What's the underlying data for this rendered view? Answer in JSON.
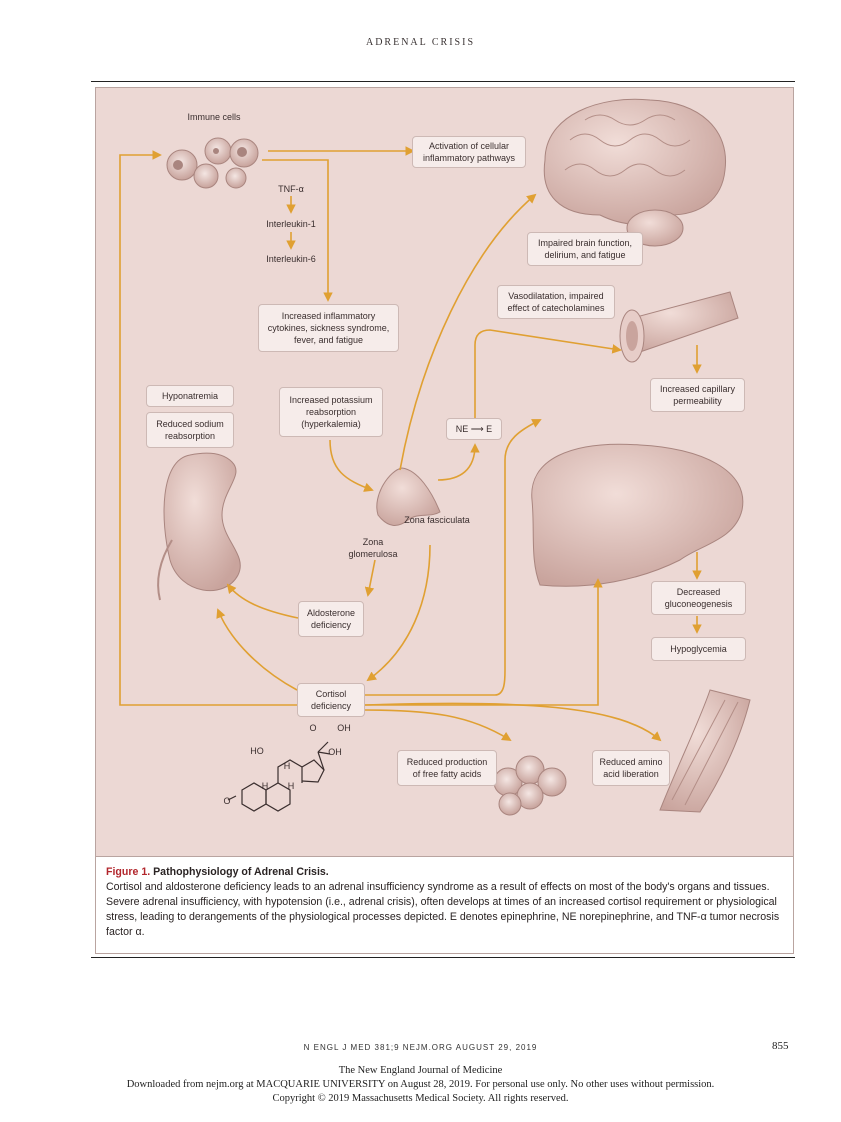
{
  "running_head": "ADRENAL CRISIS",
  "labels": {
    "immune_cells": "Immune cells",
    "tnf": "TNF-α",
    "il1": "Interleukin-1",
    "il6": "Interleukin-6",
    "activation": "Activation of cellular inflammatory pathways",
    "increased_inflammatory": "Increased inflammatory cytokines, sickness syndrome, fever, and fatigue",
    "impaired_brain": "Impaired brain function, delirium, and fatigue",
    "vasodilatation": "Vasodilatation, impaired effect of catecholamines",
    "capillary": "Increased capillary permeability",
    "hyponatremia": "Hyponatremia",
    "reduced_sodium": "Reduced sodium reabsorption",
    "potassium": "Increased potassium reabsorption (hyperkalemia)",
    "ne_e": "NE ⟶ E",
    "zona_fasciculata": "Zona fasciculata",
    "zona_glomerulosa": "Zona glomerulosa",
    "aldosterone": "Aldosterone deficiency",
    "gluconeogenesis": "Decreased gluconeogenesis",
    "hypoglycemia": "Hypoglycemia",
    "cortisol": "Cortisol deficiency",
    "fatty_acids": "Reduced production of free fatty acids",
    "amino_acid": "Reduced amino acid liberation",
    "chem_o": "O",
    "chem_oh1": "OH",
    "chem_ho": "HO",
    "chem_oh2": "OH",
    "chem_h1": "H",
    "chem_h2": "H",
    "chem_h3": "H",
    "chem_o2": "O"
  },
  "caption": {
    "title": "Figure 1.",
    "subtitle": "Pathophysiology of Adrenal Crisis.",
    "body": "Cortisol and aldosterone deficiency leads to an adrenal insufficiency syndrome as a result of effects on most of the body's organs and tissues. Severe adrenal insufficiency, with hypotension (i.e., adrenal crisis), often develops at times of an increased cortisol requirement or physiological stress, leading to derangements of the physiological processes depicted. E denotes epinephrine, NE norepinephrine, and TNF-α tumor necrosis factor α."
  },
  "footer": {
    "journal_line": "N ENGL J MED 381;9   NEJM.ORG   AUGUST 29, 2019",
    "page_number": "855",
    "journal_name": "The New England Journal of Medicine",
    "download_line": "Downloaded from nejm.org at MACQUARIE UNIVERSITY on August 28, 2019. For personal use only. No other uses without permission.",
    "copyright": "Copyright © 2019 Massachusetts Medical Society. All rights reserved."
  },
  "colors": {
    "arrow": "#e0a032",
    "panel": "#ecd8d4",
    "organ": "#d8b8b2",
    "caption_title": "#b2262c"
  }
}
